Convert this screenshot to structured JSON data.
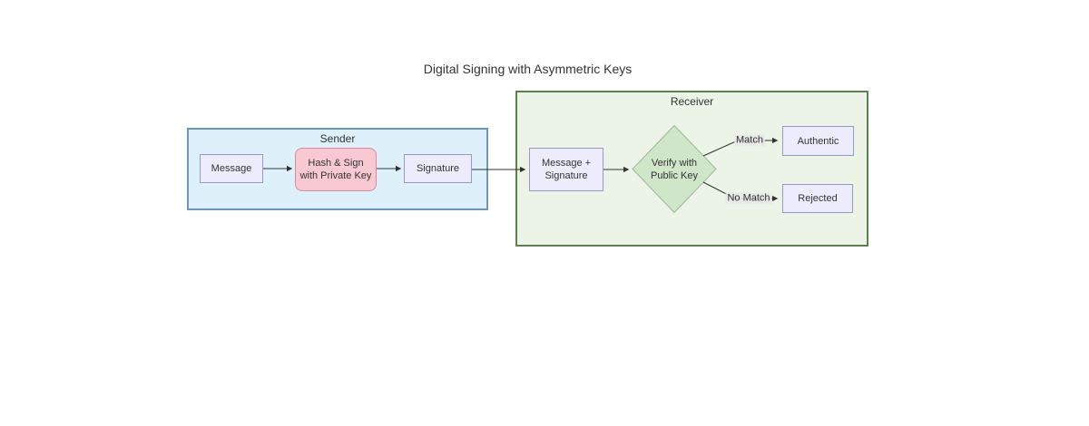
{
  "title": "Digital Signing with Asymmetric Keys",
  "subgraphs": {
    "sender": {
      "label": "Sender"
    },
    "receiver": {
      "label": "Receiver"
    }
  },
  "nodes": {
    "message": {
      "label": "Message"
    },
    "hash_sign": {
      "line1": "Hash & Sign",
      "line2": "with Private Key"
    },
    "signature": {
      "label": "Signature"
    },
    "message_signature": {
      "line1": "Message +",
      "line2": "Signature"
    },
    "verify": {
      "line1": "Verify with",
      "line2": "Public Key"
    },
    "authentic": {
      "label": "Authentic"
    },
    "rejected": {
      "label": "Rejected"
    }
  },
  "edge_labels": {
    "match": "Match",
    "no_match": "No Match"
  },
  "colors": {
    "background": "#ffffff",
    "text": "#333333",
    "sender_fill": "#def0fa",
    "sender_border": "#6f94b5",
    "receiver_fill": "#ebf4e6",
    "receiver_border": "#5d7f52",
    "node_fill": "#ececfc",
    "node_border": "#9898c9",
    "hash_sign_fill": "#f8c9d2",
    "hash_sign_border": "#da8a9c",
    "diamond_fill": "#cfe6c9",
    "diamond_border": "#9fb79a",
    "edge": "#333333",
    "edge_label_bg": "#e8e8e8"
  }
}
